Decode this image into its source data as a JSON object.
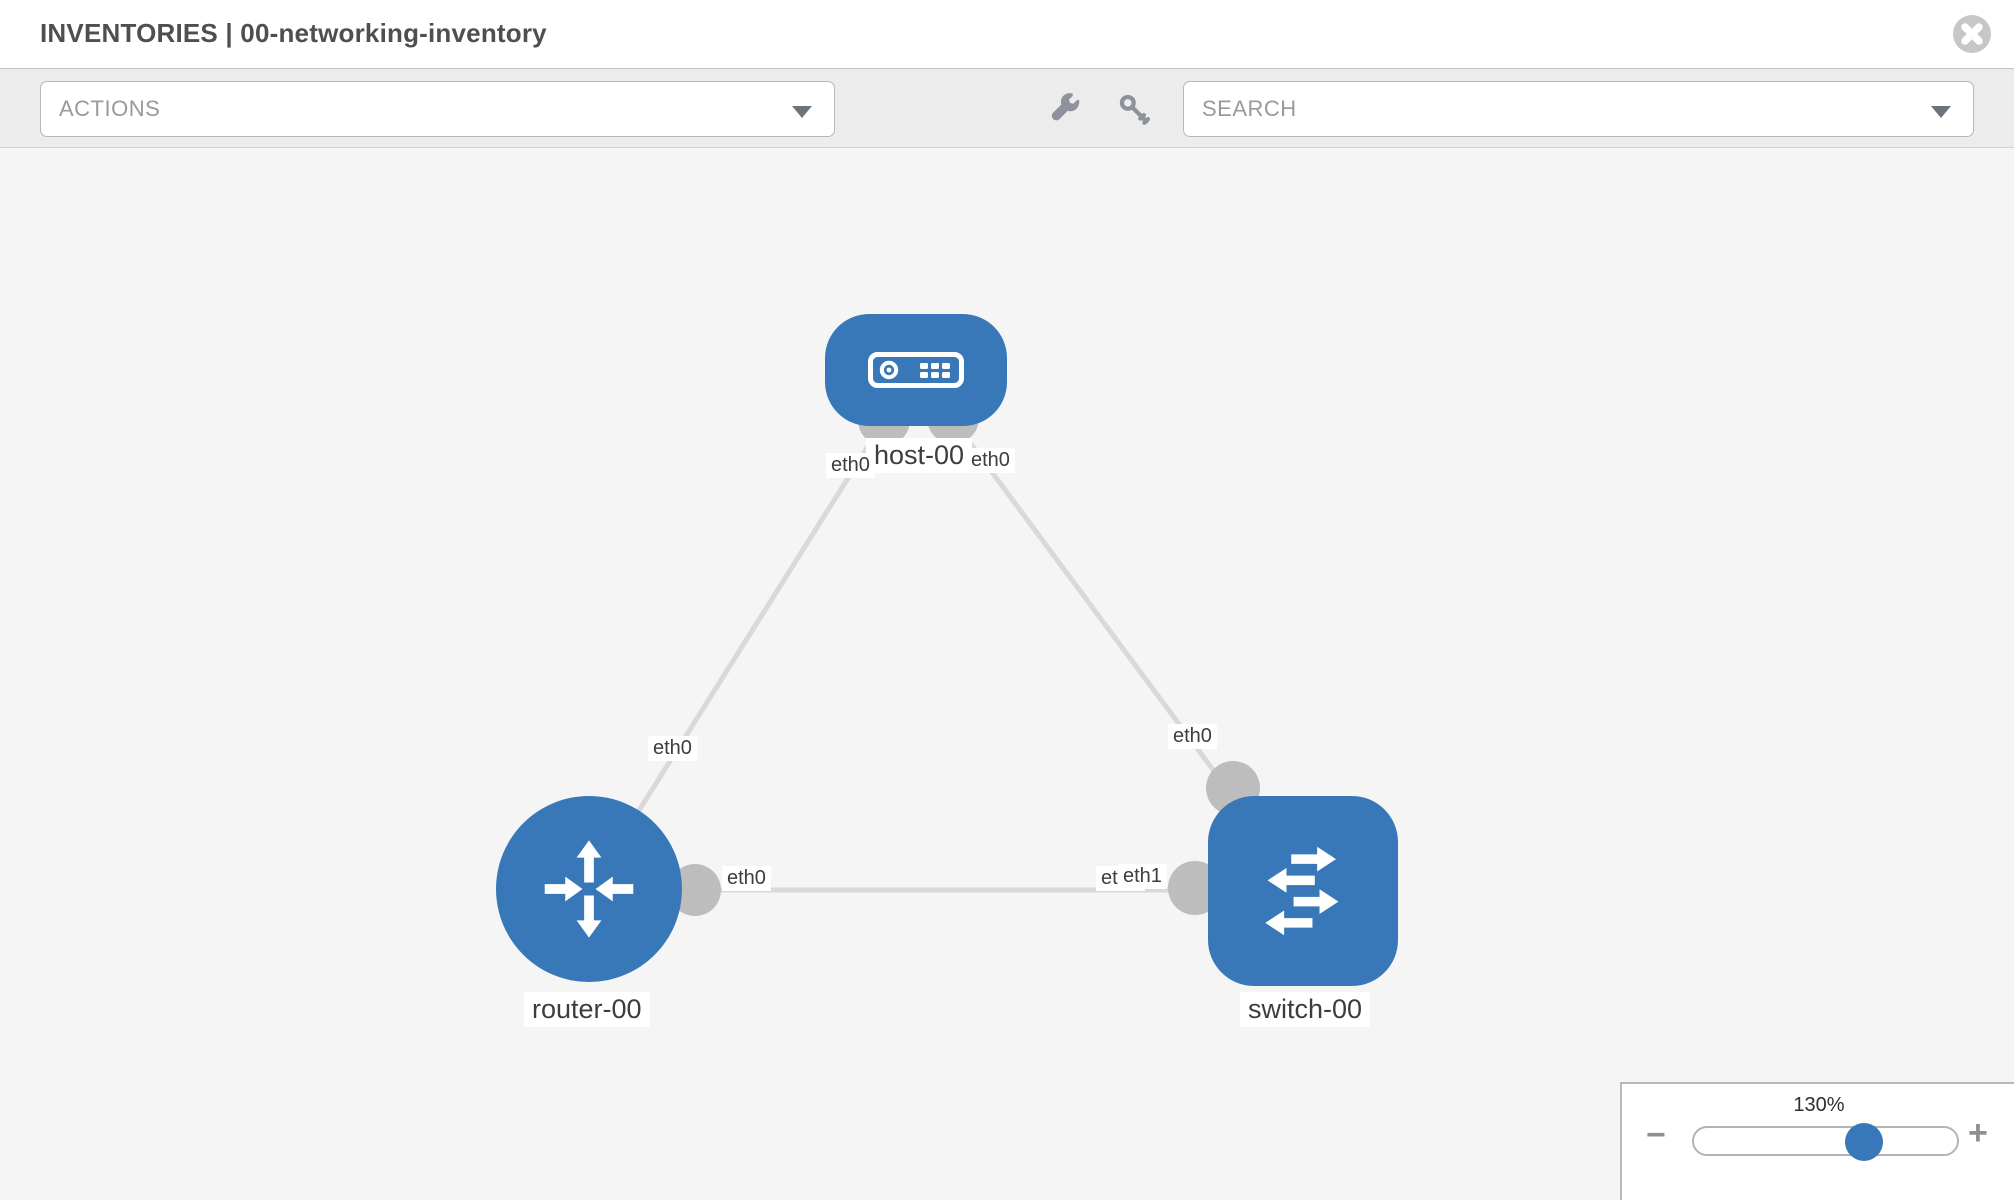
{
  "header": {
    "title": "INVENTORIES | 00-networking-inventory"
  },
  "toolbar": {
    "actions": {
      "label": "ACTIONS"
    },
    "search": {
      "label": "SEARCH"
    },
    "tools": [
      {
        "icon": "wrench-icon"
      },
      {
        "icon": "key-icon"
      }
    ]
  },
  "canvas": {
    "nodes": [
      {
        "id": "host-00",
        "type": "host",
        "label": "host-00"
      },
      {
        "id": "router-00",
        "type": "router",
        "label": "router-00"
      },
      {
        "id": "switch-00",
        "type": "switch",
        "label": "switch-00"
      }
    ],
    "links": [
      {
        "from": "host-00",
        "to": "router-00"
      },
      {
        "from": "host-00",
        "to": "switch-00"
      },
      {
        "from": "router-00",
        "to": "switch-00"
      }
    ],
    "ports": {
      "host_to_router": "eth0",
      "host_to_switch": "eth0",
      "router_to_host": "eth0",
      "switch_to_host": "eth0",
      "router_to_switch": "eth0",
      "switch_to_router_back": "eth0",
      "switch_to_router_front": "eth1"
    }
  },
  "zoom": {
    "value": "130%",
    "minus_label": "−",
    "plus_label": "+"
  },
  "colors": {
    "node_blue": "#3878b8",
    "link_gray": "#d9d9d9",
    "endpoint_gray": "#bdbdbd",
    "toolbar_bg": "#ececec",
    "canvas_bg": "#f5f5f5"
  }
}
